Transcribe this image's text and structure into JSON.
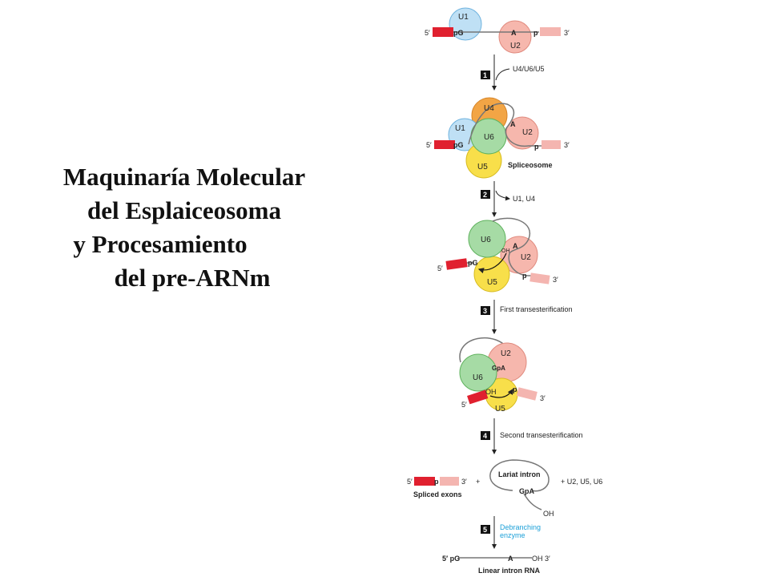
{
  "title": {
    "line1": "Maquinaría Molecular",
    "line2": "del Esplaiceosoma",
    "line3": "y Procesamiento",
    "line4": "del pre-ARNm"
  },
  "diagram": {
    "colors": {
      "u1": "#bfe0f5",
      "u2": "#f6b7ad",
      "u4": "#f2a545",
      "u5": "#f8df4a",
      "u6": "#a6dba5",
      "exon": "#e0202f",
      "exon3": "#f4b5b0"
    },
    "common": {
      "five_prime": "5′",
      "three_prime": "3′",
      "pG": "pG",
      "A": "A",
      "p": "p",
      "OH": "OH",
      "GpA": "GpA",
      "U1": "U1",
      "U2": "U2",
      "U4": "U4",
      "U5": "U5",
      "U6": "U6"
    },
    "steps": [
      {
        "number": "1",
        "label": "U4/U6/U5"
      },
      {
        "number": "2",
        "label": "U1, U4"
      },
      {
        "number": "3",
        "label": "First transesterification"
      },
      {
        "number": "4",
        "label": "Second transesterification"
      },
      {
        "number": "5",
        "label": "Debranching",
        "label2": "enzyme"
      }
    ],
    "spliceosome_label": "Spliceosome",
    "lariat_intron": "Lariat intron",
    "plus": "+",
    "released": "+ U2, U5, U6",
    "spliced_exons": "Spliced exons",
    "linear_intron": "Linear intron RNA",
    "lin_pG": "5′ pG",
    "lin_OH": "OH 3′"
  }
}
